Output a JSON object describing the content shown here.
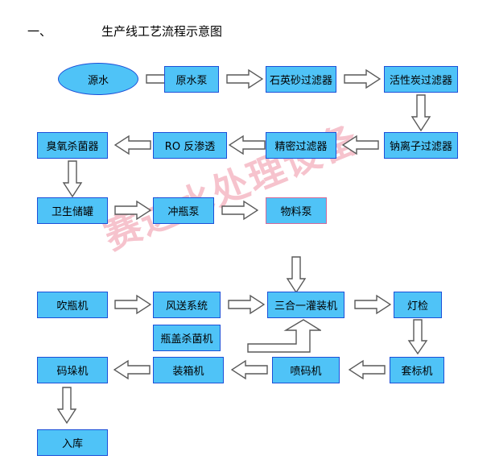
{
  "document": {
    "title_number": "一、",
    "title_text": "生产线工艺流程示意图",
    "watermark": "赛达水处理设备"
  },
  "colors": {
    "node_fill": "#4fc3f7",
    "node_border": "#1c4fd8",
    "node_border_alt": "#d06a9a",
    "arrow_fill": "#ffffff",
    "arrow_stroke": "#595959",
    "watermark": "#f6c3cd",
    "text": "#000000",
    "background": "#ffffff"
  },
  "flowchart": {
    "type": "process-flow-diagram",
    "rows": [
      {
        "id": "row-1",
        "direction": "left-to-right",
        "nodes": [
          {
            "id": "source-water",
            "label": "源水",
            "shape": "ellipse"
          },
          {
            "id": "raw-water-pump",
            "label": "原水泵",
            "shape": "rect"
          },
          {
            "id": "quartz-sand-filter",
            "label": "石英砂过滤器",
            "shape": "rect"
          },
          {
            "id": "activated-carbon-filter",
            "label": "活性炭过滤器",
            "shape": "rect"
          }
        ]
      },
      {
        "id": "row-2",
        "direction": "right-to-left",
        "nodes": [
          {
            "id": "ozone-sterilizer",
            "label": "臭氧杀菌器",
            "shape": "rect"
          },
          {
            "id": "ro-reverse-osmosis",
            "label": "RO 反渗透",
            "shape": "rect"
          },
          {
            "id": "precision-filter",
            "label": "精密过滤器",
            "shape": "rect"
          },
          {
            "id": "sodium-ion-filter",
            "label": "钠离子过滤器",
            "shape": "rect"
          }
        ]
      },
      {
        "id": "row-3",
        "direction": "left-to-right",
        "nodes": [
          {
            "id": "sanitary-storage-tank",
            "label": "卫生储罐",
            "shape": "rect"
          },
          {
            "id": "bottle-rinsing-pump",
            "label": "冲瓶泵",
            "shape": "rect"
          },
          {
            "id": "material-pump",
            "label": "物料泵",
            "shape": "rect",
            "border": "alt"
          }
        ]
      },
      {
        "id": "row-4",
        "direction": "left-to-right",
        "nodes": [
          {
            "id": "bottle-blowing-machine",
            "label": "吹瓶机",
            "shape": "rect"
          },
          {
            "id": "air-conveying-system",
            "label": "风送系统",
            "shape": "rect"
          },
          {
            "id": "three-in-one-filling-machine",
            "label": "三合一灌装机",
            "shape": "rect"
          },
          {
            "id": "lamp-inspection",
            "label": "灯检",
            "shape": "rect"
          }
        ]
      },
      {
        "id": "row-4b",
        "direction": "none",
        "nodes": [
          {
            "id": "cap-sterilizer",
            "label": "瓶盖杀菌机",
            "shape": "rect"
          }
        ]
      },
      {
        "id": "row-5",
        "direction": "right-to-left",
        "nodes": [
          {
            "id": "palletizer",
            "label": "码垛机",
            "shape": "rect"
          },
          {
            "id": "case-packer",
            "label": "装箱机",
            "shape": "rect"
          },
          {
            "id": "inkjet-printer",
            "label": "喷码机",
            "shape": "rect"
          },
          {
            "id": "labeling-machine",
            "label": "套标机",
            "shape": "rect"
          }
        ]
      },
      {
        "id": "row-6",
        "direction": "none",
        "nodes": [
          {
            "id": "warehouse-in",
            "label": "入库",
            "shape": "rect"
          }
        ]
      }
    ],
    "connectors": [
      {
        "id": "c1",
        "from": "source-water",
        "to": "raw-water-pump",
        "dir": "right"
      },
      {
        "id": "c2",
        "from": "raw-water-pump",
        "to": "quartz-sand-filter",
        "dir": "right"
      },
      {
        "id": "c3",
        "from": "quartz-sand-filter",
        "to": "activated-carbon-filter",
        "dir": "right"
      },
      {
        "id": "c4",
        "from": "activated-carbon-filter",
        "to": "sodium-ion-filter",
        "dir": "down"
      },
      {
        "id": "c5",
        "from": "sodium-ion-filter",
        "to": "precision-filter",
        "dir": "left"
      },
      {
        "id": "c6",
        "from": "precision-filter",
        "to": "ro-reverse-osmosis",
        "dir": "left"
      },
      {
        "id": "c7",
        "from": "ro-reverse-osmosis",
        "to": "ozone-sterilizer",
        "dir": "left"
      },
      {
        "id": "c8",
        "from": "ozone-sterilizer",
        "to": "sanitary-storage-tank",
        "dir": "down"
      },
      {
        "id": "c9",
        "from": "sanitary-storage-tank",
        "to": "bottle-rinsing-pump",
        "dir": "right"
      },
      {
        "id": "c10",
        "from": "bottle-rinsing-pump",
        "to": "material-pump",
        "dir": "right"
      },
      {
        "id": "c11",
        "from": "material-pump",
        "to": "three-in-one-filling-machine",
        "dir": "down"
      },
      {
        "id": "c12",
        "from": "bottle-blowing-machine",
        "to": "air-conveying-system",
        "dir": "right"
      },
      {
        "id": "c13",
        "from": "air-conveying-system",
        "to": "three-in-one-filling-machine",
        "dir": "right"
      },
      {
        "id": "c14",
        "from": "cap-sterilizer",
        "to": "three-in-one-filling-machine",
        "dir": "elbow-up"
      },
      {
        "id": "c15",
        "from": "three-in-one-filling-machine",
        "to": "lamp-inspection",
        "dir": "right"
      },
      {
        "id": "c16",
        "from": "lamp-inspection",
        "to": "labeling-machine",
        "dir": "down"
      },
      {
        "id": "c17",
        "from": "labeling-machine",
        "to": "inkjet-printer",
        "dir": "left"
      },
      {
        "id": "c18",
        "from": "inkjet-printer",
        "to": "case-packer",
        "dir": "left"
      },
      {
        "id": "c19",
        "from": "case-packer",
        "to": "palletizer",
        "dir": "left"
      },
      {
        "id": "c20",
        "from": "palletizer",
        "to": "warehouse-in",
        "dir": "down"
      }
    ]
  }
}
